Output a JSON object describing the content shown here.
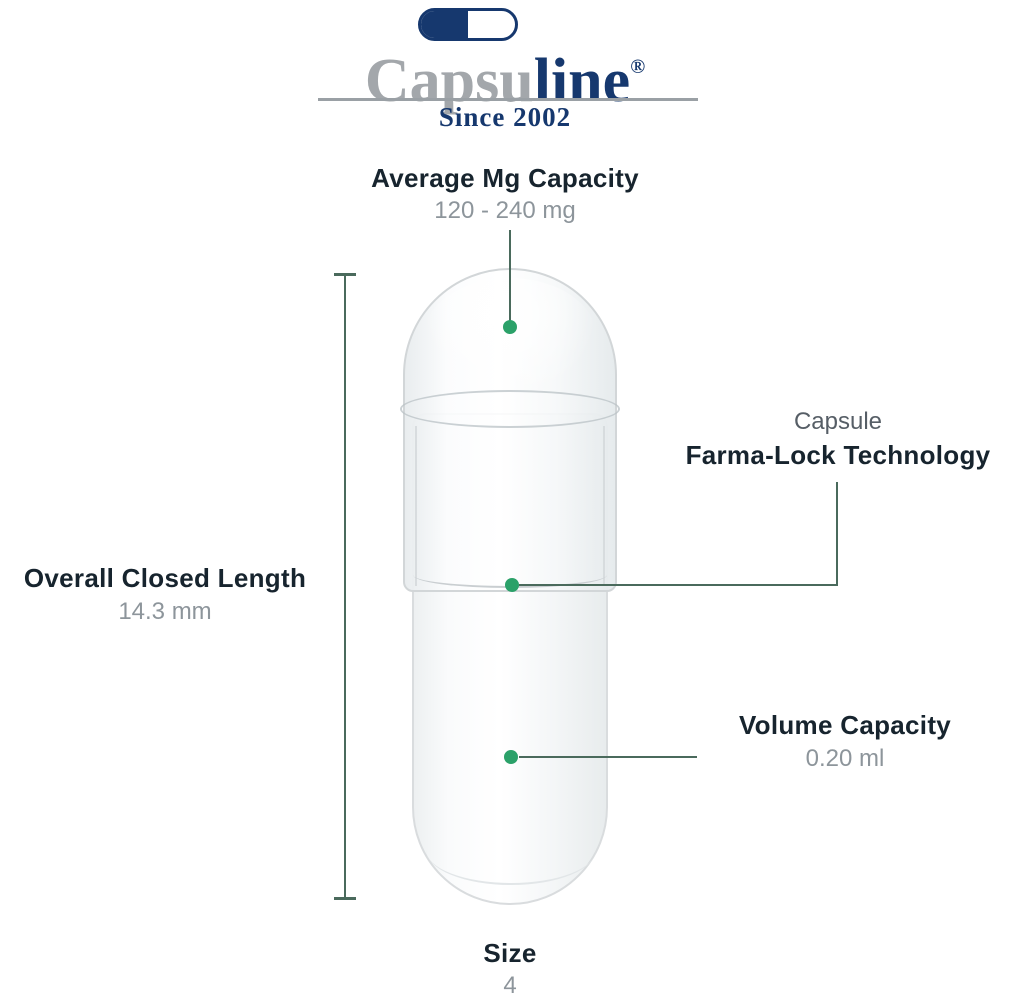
{
  "brand": {
    "name_prefix": "Capsu",
    "name_suffix": "line",
    "registered_mark": "®",
    "tagline": "Since 2002",
    "logo_icon": "capsule-pill-icon"
  },
  "callouts": {
    "mg_capacity": {
      "title": "Average Mg Capacity",
      "value": "120 - 240 mg"
    },
    "closed_length": {
      "title": "Overall Closed Length",
      "value": "14.3 mm"
    },
    "farma_lock": {
      "pretitle": "Capsule",
      "title": "Farma-Lock Technology"
    },
    "volume_capacity": {
      "title": "Volume Capacity",
      "value": "0.20 ml"
    },
    "size": {
      "title": "Size",
      "value": "4"
    }
  },
  "colors": {
    "brand_navy": "#16386e",
    "brand_gray": "#a3a7ab",
    "heading_dark": "#17242e",
    "value_gray": "#8d959b",
    "leader_line": "#4a6a5c",
    "marker_green": "#2ba169"
  }
}
